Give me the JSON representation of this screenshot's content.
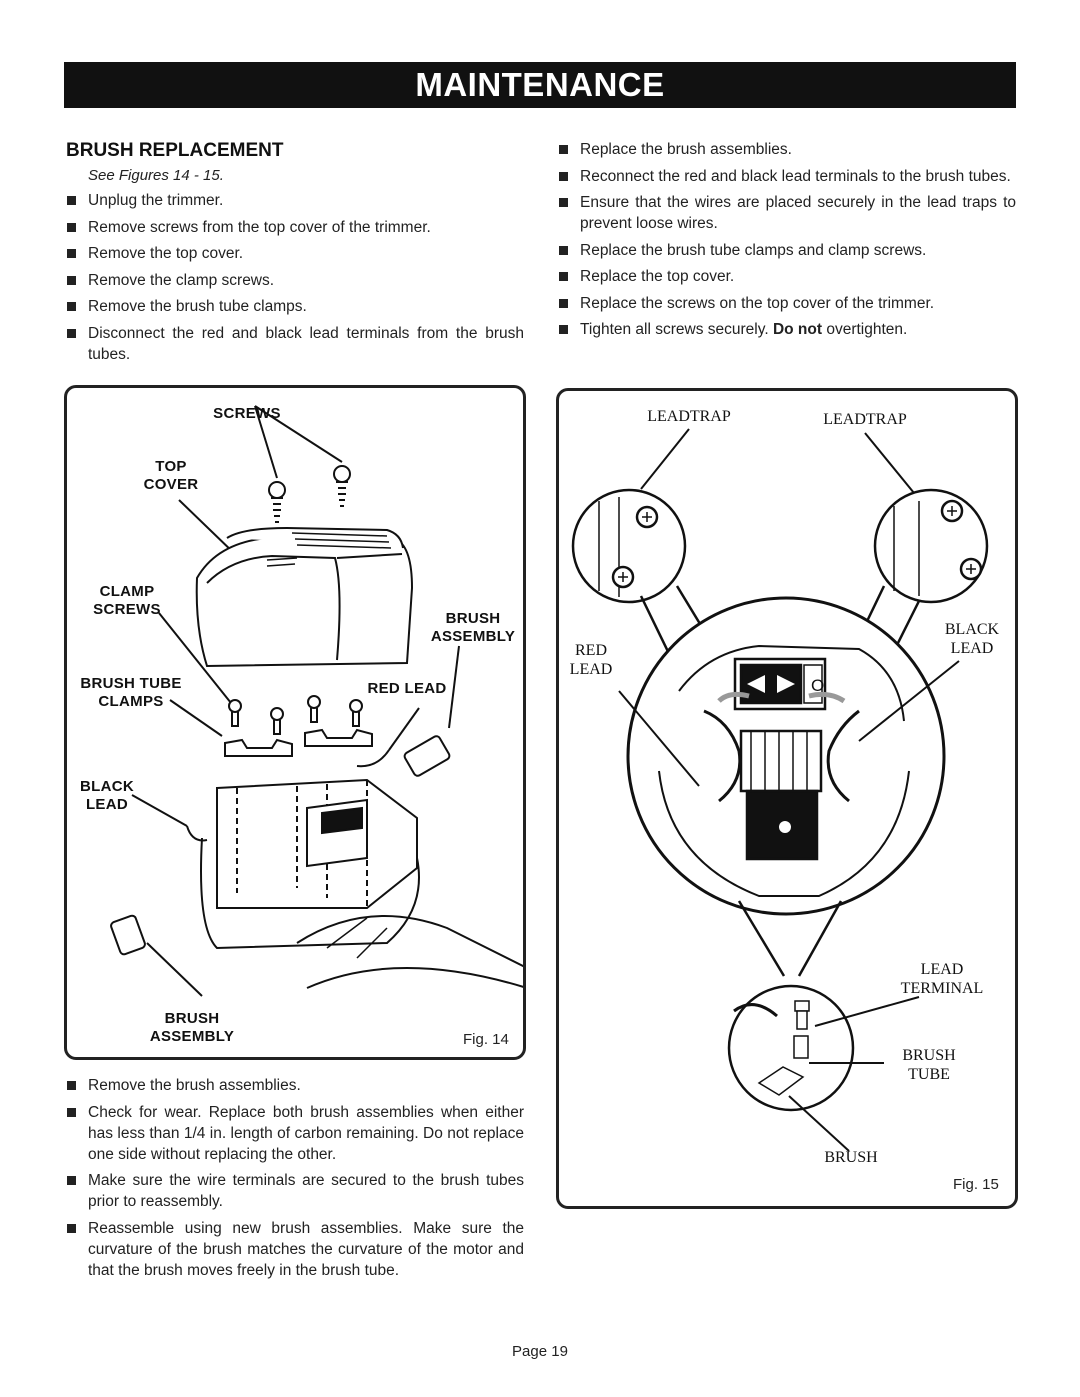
{
  "banner": "MAINTENANCE",
  "section": {
    "title": "BRUSH REPLACEMENT",
    "see_figures": "See Figures 14 - 15."
  },
  "steps_left_top": [
    "Unplug the trimmer.",
    "Remove screws from the top cover of the trimmer.",
    "Remove the top cover.",
    "Remove the clamp screws.",
    "Remove the brush tube clamps.",
    "Disconnect the red and black lead terminals from the brush tubes."
  ],
  "steps_right": [
    "Replace the brush assemblies.",
    "Reconnect the red and black lead terminals to the brush tubes.",
    "Ensure that the wires are placed securely in the lead traps to prevent loose wires.",
    "Replace the brush tube clamps and clamp screws.",
    "Replace the top cover.",
    "Replace the screws on the top cover of the trimmer."
  ],
  "step_tighten": {
    "before": "Tighten all screws securely. ",
    "bold": "Do not",
    "after": " overtighten."
  },
  "steps_left_bottom": [
    "Remove the brush assemblies.",
    "Check for wear. Replace both brush assemblies when either has less than 1/4 in. length of carbon remaining. Do not replace one side without replacing the other.",
    "Make sure the wire terminals are secured to the brush tubes prior to reassembly.",
    "Reassemble using new brush assemblies. Make sure the curvature of the brush matches the curvature of the motor and that the brush moves freely in the brush tube."
  ],
  "fig14": {
    "caption": "Fig. 14",
    "labels": {
      "screws": "SCREWS",
      "top_cover": "TOP COVER",
      "clamp_screws": "CLAMP SCREWS",
      "brush_assembly_top": "BRUSH ASSEMBLY",
      "brush_tube_clamps": "BRUSH TUBE CLAMPS",
      "red_lead": "RED LEAD",
      "black_lead": "BLACK LEAD",
      "brush_assembly_bottom": "BRUSH ASSEMBLY"
    }
  },
  "fig15": {
    "caption": "Fig. 15",
    "switch_mark": "O",
    "labels": {
      "leadtrap_left": "LEADTRAP",
      "leadtrap_right": "LEADTRAP",
      "red_lead": "RED LEAD",
      "black_lead": "BLACK LEAD",
      "lead_terminal": "LEAD TERMINAL",
      "brush_tube": "BRUSH TUBE",
      "brush": "BRUSH"
    }
  },
  "page": "Page 19"
}
